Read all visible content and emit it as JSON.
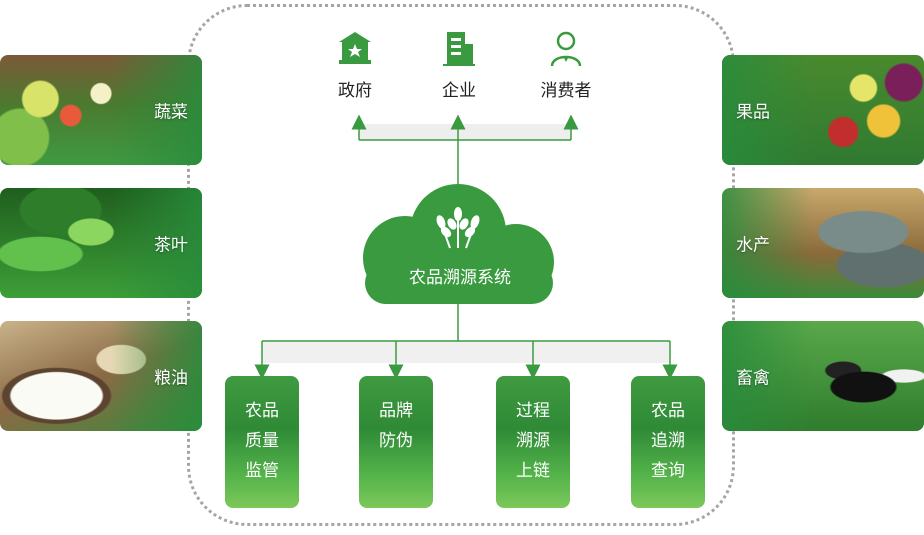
{
  "stakeholders": [
    {
      "label": "政府",
      "icon": "government-building-icon"
    },
    {
      "label": "企业",
      "icon": "enterprise-building-icon"
    },
    {
      "label": "消费者",
      "icon": "consumer-person-icon"
    }
  ],
  "center": {
    "label": "农品溯源系统",
    "icon": "wheat-icon"
  },
  "modules": [
    {
      "lines": [
        "农品",
        "质量",
        "监管"
      ]
    },
    {
      "lines": [
        "品牌",
        "防伪"
      ]
    },
    {
      "lines": [
        "过程",
        "溯源",
        "上链"
      ]
    },
    {
      "lines": [
        "农品",
        "追溯",
        "查询"
      ]
    }
  ],
  "left_categories": [
    {
      "label": "蔬菜",
      "image": "vegetables-photo"
    },
    {
      "label": "茶叶",
      "image": "tea-leaves-photo"
    },
    {
      "label": "粮油",
      "image": "rice-grain-photo"
    }
  ],
  "right_categories": [
    {
      "label": "果品",
      "image": "fruits-photo"
    },
    {
      "label": "水产",
      "image": "fish-photo"
    },
    {
      "label": "畜禽",
      "image": "cattle-photo"
    }
  ],
  "colors": {
    "primary_green": "#3a9a3f",
    "frame_gray": "#a5a5a5",
    "text_dark": "#222222"
  }
}
